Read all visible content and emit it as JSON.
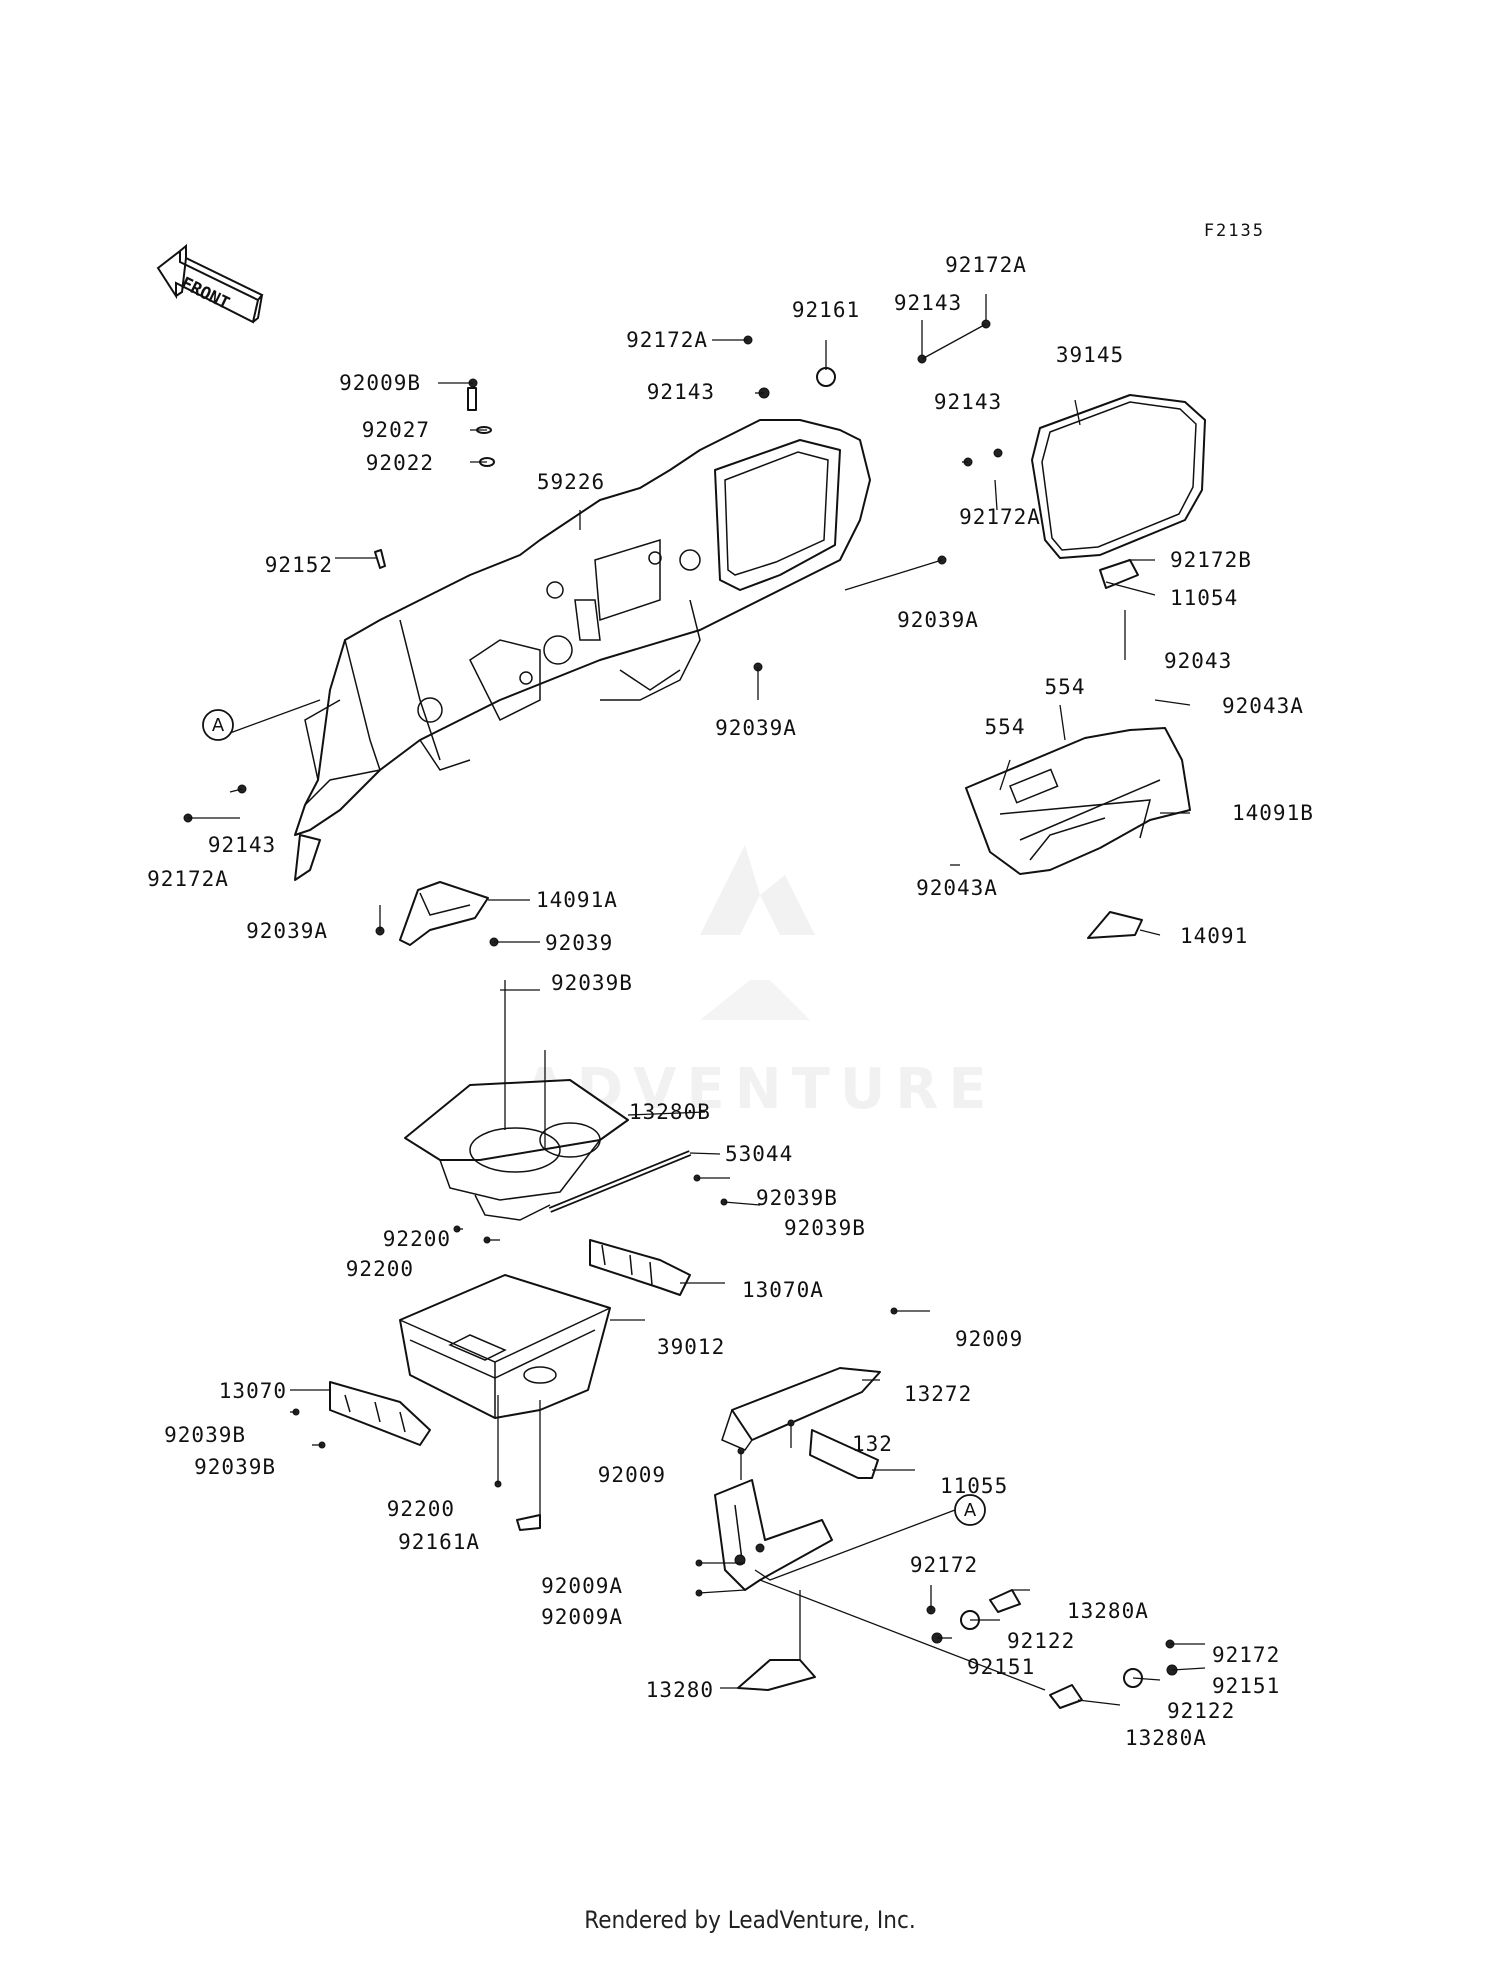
{
  "diagram": {
    "figure_code": "F2135",
    "front_label": "FRONT",
    "reference_mark": "A",
    "watermark": "ADVENTURE",
    "parts": {
      "p92172A_top": "92172A",
      "p92161_top": "92161",
      "p92143_top1": "92143",
      "p92172A_left": "92172A",
      "p92143_left": "92143",
      "p92009B": "92009B",
      "p92027": "92027",
      "p92022": "92022",
      "p39145": "39145",
      "p92143_mid": "92143",
      "p59226": "59226",
      "p92172A_mid": "92172A",
      "p92152": "92152",
      "p92172B": "92172B",
      "p92039A_1": "92039A",
      "p11054": "11054",
      "p92043": "92043",
      "p554_a": "554",
      "p92043A_r": "92043A",
      "p92039A_2": "92039A",
      "p554_b": "554",
      "p14091B": "14091B",
      "p92143_low": "92143",
      "p92172A_low": "92172A",
      "p92043A_l": "92043A",
      "p14091A": "14091A",
      "p92039A_3": "92039A",
      "p92039": "92039",
      "p14091": "14091",
      "p92039B_1": "92039B",
      "p13280B": "13280B",
      "p53044": "53044",
      "p92039B_2": "92039B",
      "p92039B_3": "92039B",
      "p92200_1": "92200",
      "p92200_2": "92200",
      "p13070A": "13070A",
      "p39012": "39012",
      "p92009_r": "92009",
      "p13070": "13070",
      "p13272": "13272",
      "p92039B_4": "92039B",
      "p92039B_5": "92039B",
      "p132": "132",
      "p92009_l": "92009",
      "p11055": "11055",
      "p92200_3": "92200",
      "p92161A": "92161A",
      "p92172_a": "92172",
      "p92009A_1": "92009A",
      "p13280A_1": "13280A",
      "p92009A_2": "92009A",
      "p92122_1": "92122",
      "p92151_1": "92151",
      "p92172_b": "92172",
      "p92151_2": "92151",
      "p13280": "13280",
      "p92122_2": "92122",
      "p13280A_2": "13280A"
    }
  },
  "footer": {
    "text": "Rendered by LeadVenture, Inc."
  }
}
